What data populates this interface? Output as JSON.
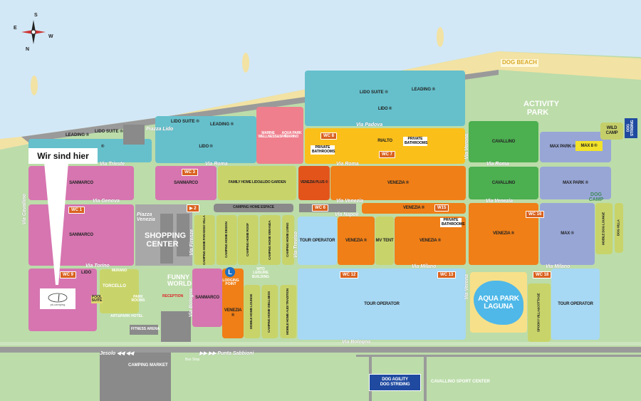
{
  "compass": {
    "n": "N",
    "s": "S",
    "e": "E",
    "w": "W"
  },
  "callout": "Wir sind hier",
  "logo_text": "pk-camping",
  "dog_beach": "DOG BEACH",
  "activity_park": "ACTIVITY PARK",
  "zones": {
    "leading_l": "LEADING ®",
    "lido_suite_l": "LIDO SUITE ®",
    "lido_l": "®",
    "lido_suite_m": "LIDO SUITE ®",
    "leading_m": "LEADING ®",
    "lido_m": "LIDO ®",
    "wellness": "MARINE WELLNESS&SPA",
    "aqua_marino": "AQUA PARK MARINO",
    "lido_suite_r": "LIDO SUITE ®",
    "leading_r": "LEADING ®",
    "lido_r": "LIDO ®",
    "rialto": "RIALTO",
    "private_bath_1": "PRIVATE BATHROOMS",
    "private_bath_2": "PRIVATE BATHROOMS",
    "private_bath_3": "PRIVATE BATHROOMS",
    "cavallino_1": "CAVALLINO",
    "cavallino_2": "CAVALLINO",
    "max_park_1": "MAX PARK ®",
    "max_park_2": "MAX PARK ®",
    "max8": "MAX 8 ®",
    "wild_camp": "WILD CAMP",
    "dog_striding": "DOG STRIDING",
    "sanmarco_1": "SANMARCO",
    "sanmarco_2": "SANMARCO",
    "family_home": "FAMILY HOME LIDO&LIDO GARDEN",
    "venezia_plus": "VENEZIA PLUS ®",
    "venezia_1": "VENEZIA ®",
    "sanmarco_3": "SANMARCO",
    "shopping": "SHOPPING CENTER",
    "camping_home_espace": "CAMPING HOME ESPACE",
    "venezia_2": "VENEZIA ®",
    "ch_villa": "CAMPING HOME PARADISO VILLA",
    "ch_design": "CAMPING HOME DESIGN",
    "ch_roof": "CAMPING HOME ROOF",
    "ch_veranda": "CAMPING HOME VERANDA",
    "ch_living": "CAMPING HOME LIVING",
    "tour_op_1": "TOUR OPERATOR",
    "venezia_3": "VENEZIA ®",
    "mv_tent": "MV TENT",
    "venezia_4": "VENEZIA ®",
    "venezia_5": "VENEZIA ®",
    "max": "MAX ®",
    "dog_camp": "DOG CAMP",
    "mobile_dog_lounge": "MOBILE DOG LOUNGE",
    "dog_villa": "DOG VILLA",
    "sanmarco_4": "SANMARCO",
    "lido_small": "LIDO",
    "murano": "MURANO",
    "torcello": "TORCELLO",
    "pool_suite": "POOL SUITE",
    "park_rooms": "PARK ROOMS",
    "art_park_hotel": "ART&PARK HOTEL",
    "fitness": "FITNESS ARENA",
    "funny_world": "FUNNY WORLD",
    "reception": "RECEPTION",
    "sanmarco_5": "SANMARCO",
    "lodging_point": "LODGING POINT",
    "leisure": "WTO LEISURE BUILDING",
    "venezia_6": "VENEZIA ®",
    "mh_lounge": "MOBILE HOME LOUNGE",
    "ch_wellness": "CAMPING HOME WELLNESS",
    "mh_tradition": "MOBILE HOME AUDI TRADITION",
    "tour_op_2": "TOUR OPERATOR",
    "aqua_laguna": "AQUA PARK LAGUNA",
    "spooky": "SPOOKY VILLA&COTTAGE",
    "tour_op_3": "TOUR OPERATOR",
    "camping_market": "CAMPING MARKET",
    "dog_agility": "DOG AGILITY DOG STRIDING",
    "sport_center": "CAVALLINO SPORT CENTER",
    "bus_stop": "Bus Stop"
  },
  "wc": {
    "wc1": "WC 1",
    "wc3": "WC 3",
    "wc6": "WC 6",
    "wc7": "WC 7",
    "wc8": "WC 8",
    "wc9": "WC 9",
    "wc12": "WC 12",
    "wc13": "WC 13",
    "wc15": "W15",
    "wc16": "WC 16",
    "wc18": "WC 18",
    "p2": "▶ 2"
  },
  "streets": {
    "trieste": "Via Trieste",
    "roma1": "Via Roma",
    "roma2": "Via Roma",
    "roma3": "Via Roma",
    "genova": "Via Genova",
    "torino": "Via Torino",
    "padova": "Via Padova",
    "venezia1": "Via Venezia",
    "venezia2": "Via Venezia",
    "napoli": "Via Napoli",
    "milano1": "Via Milano",
    "milano2": "Via Milano",
    "bologna": "Via Bologna",
    "bologna_v": "Via Bologna",
    "firenze": "Via Firenze",
    "verona1": "Via Verona",
    "verona2": "Via Verona",
    "cavallino": "Via Cavallino",
    "treviso": "Via Treviso",
    "piazza_lido": "Piazza Lido",
    "piazza_venezia": "Piazza Venezia",
    "jesolo": "Jesolo ◀◀ ◀◀",
    "punta": "▶▶ ▶▶ Punta Sabbioni"
  }
}
